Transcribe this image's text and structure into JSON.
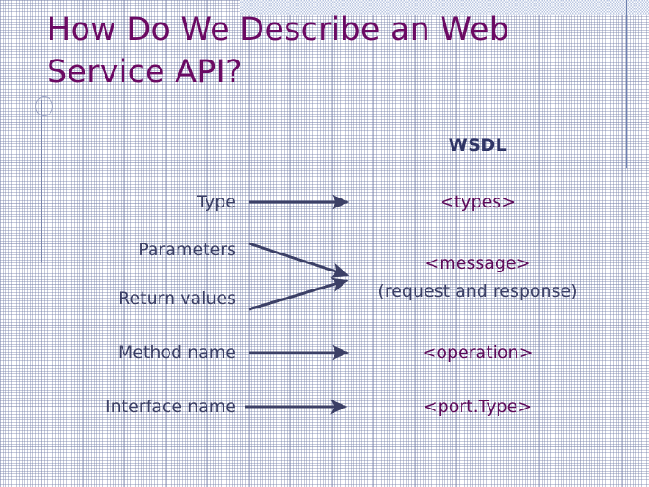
{
  "slide": {
    "title": "How Do We Describe an Web Service API?",
    "title_color": "#6b0a63",
    "body_color": "#3c4066",
    "tag_color": "#5e0a5a",
    "band_color": "#b9c6e2",
    "rule_color": "#8a93b8",
    "background_color": "#ffffff"
  },
  "column_header": {
    "label": "WSDL"
  },
  "mapping": {
    "rows": [
      {
        "left": "Type",
        "right": "<types>",
        "right_sub": "",
        "arrow": "straight"
      },
      {
        "left": "Parameters",
        "right": "<message>",
        "right_sub": "(request and response)",
        "arrow": "converging"
      },
      {
        "left": "Return values",
        "right": "",
        "right_sub": "",
        "arrow": "converging"
      },
      {
        "left": "Method name",
        "right": "<operation>",
        "right_sub": "",
        "arrow": "straight"
      },
      {
        "left": "Interface name",
        "right": "<port.Type>",
        "right_sub": "",
        "arrow": "straight"
      }
    ]
  },
  "decorations": {
    "circle": "circle-bullet-decoration",
    "horizontal_rule": "horizontal-rule-decoration",
    "vertical_rule_left": "vertical-rule-left-decoration",
    "vertical_rule_right": "vertical-rule-right-decoration",
    "top_band": "top-textured-band-decoration"
  }
}
